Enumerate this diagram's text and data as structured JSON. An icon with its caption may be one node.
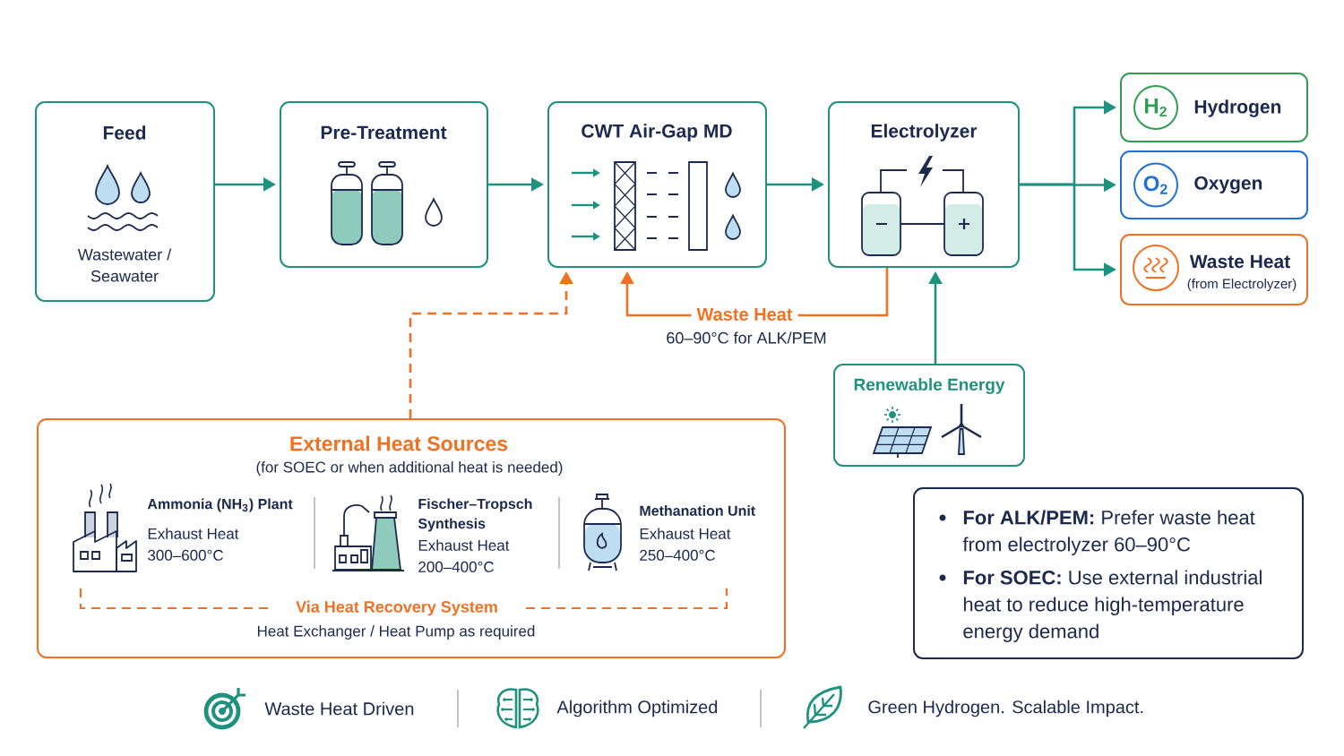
{
  "diagram": {
    "nodes": [
      {
        "text": [
          "Feed",
          "Wastewater / Seawater"
        ]
      },
      {
        "text": [
          "Pre-Treatment"
        ]
      },
      {
        "text": [
          "CWT Air-Gap MD"
        ]
      },
      {
        "text": [
          "Electrolyzer"
        ]
      },
      {
        "text": [
          "Hydrogen"
        ]
      },
      {
        "text": [
          "H$_{2}$"
        ],
        "in": 4
      },
      {
        "text": [
          "Oxygen"
        ]
      },
      {
        "text": [
          "O$_{2}$"
        ],
        "in": 6
      },
      {
        "text": [
          "Waste Heat",
          "(from Electrolyzer)"
        ]
      },
      {
        "text": [
          "Renewable Energy"
        ]
      },
      {
        "text": [
          "External Heat Sources",
          "(for SOEC or when additional heat is needed)",
          "Ammonia (NH$_{3}$) Plant",
          "Exhaust Heat 300–600°C",
          "Fischer–Tropsch Synthesis",
          "Exhaust Heat 200–400°C",
          "Methanation Unit",
          "Exhaust Heat 250–400°C",
          "Via Heat Recovery System",
          "Heat Exchanger / Heat Pump as required"
        ]
      },
      {
        "text": [
          "**For ALK/PEM:** Prefer waste heat from electrolyzer 60–90°C",
          "**For SOEC:** Use external industrial heat to reduce high-temperature energy demand"
        ]
      }
    ],
    "edges": [
      {
        "from": 0,
        "to": 1,
        "arrow": "to"
      },
      {
        "from": 1,
        "to": 2,
        "arrow": "to"
      },
      {
        "from": 2,
        "to": 3,
        "arrow": "to"
      },
      {
        "from": 3,
        "to": 4,
        "arrow": "to"
      },
      {
        "from": 3,
        "to": 6,
        "arrow": "to"
      },
      {
        "from": 3,
        "to": 8,
        "arrow": "to"
      },
      {
        "from": 3,
        "to": 2,
        "arrow": "to",
        "label": "Waste Heat",
        "color": "#f07124"
      },
      {
        "from": 9,
        "to": 3,
        "arrow": "to"
      },
      {
        "from": 10,
        "to": 2,
        "arrow": "to",
        "style": "dashed",
        "color": "#f07124"
      }
    ],
    "labels": [
      "60–90°C for ALK/PEM",
      "Waste Heat Driven",
      "Algorithm Optimized",
      "Green Hydrogen. Scalable Impact."
    ]
  }
}
